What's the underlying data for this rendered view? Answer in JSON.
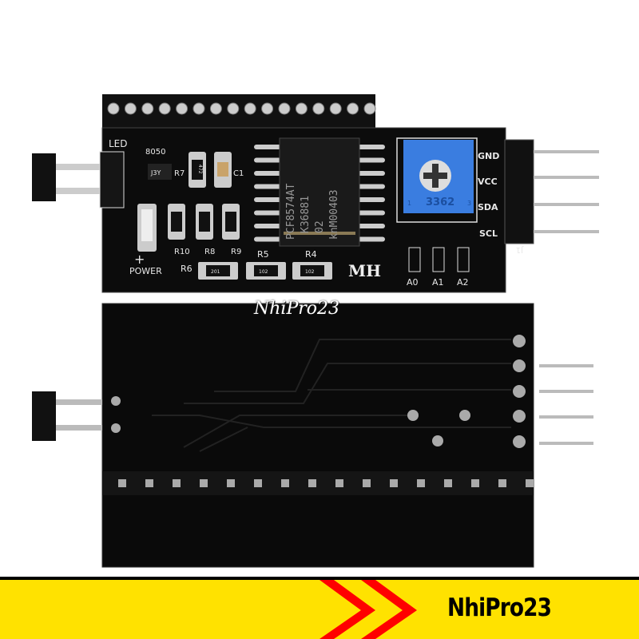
{
  "watermark": "NhiPro23",
  "banner": {
    "brand": "NhiPro23",
    "color": "#ffe200",
    "chevron_color": "#ff0000"
  },
  "board_silkscreen": {
    "led": "LED",
    "transistor": "8050",
    "transistor_code": "J3Y",
    "r7": "R7",
    "c1": "C1",
    "r10": "R10",
    "r8": "R8",
    "r9": "R9",
    "r6": "R6",
    "r5": "R5",
    "r4": "R4",
    "power": "POWER",
    "plus": "+",
    "res_472": "472",
    "res_102": "102",
    "res_201": "201",
    "chip_line1": "PCF8574AT",
    "chip_line2": "K36881",
    "chip_line3": "02",
    "chip_line4": "knM00403",
    "pot": "3362",
    "pot_1": "1",
    "pot_3": "3",
    "maker": "MH",
    "gnd": "GND",
    "vcc": "VCC",
    "sda": "SDA",
    "scl": "SCL",
    "j1": "J1",
    "a0": "A0",
    "a1": "A1",
    "a2": "A2"
  }
}
